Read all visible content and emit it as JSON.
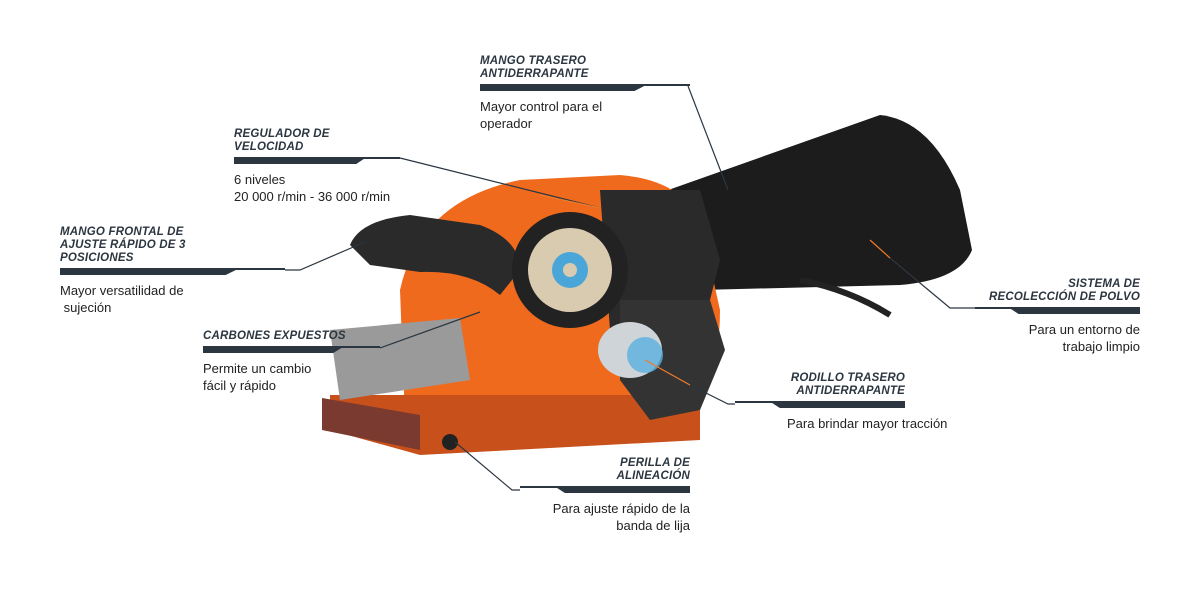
{
  "callouts": [
    {
      "title_1": "Mango trasero",
      "title_2": "antiderrapante",
      "desc_1": "Mayor control para el",
      "desc_2": "operador"
    },
    {
      "title_1": "Regulador de",
      "title_2": "velocidad",
      "desc_1": "6 niveles",
      "desc_2": "20 000 r/min - 36 000 r/min"
    },
    {
      "title_1": "Mango frontal de",
      "title_2": "ajuste rápido de 3",
      "title_3": "posiciones",
      "desc_1": "Mayor versatilidad de",
      "desc_2": " sujeción"
    },
    {
      "title_1": "Carbones expuestos",
      "desc_1": "Permite un cambio",
      "desc_2": "fácil y rápido"
    },
    {
      "title_1": "Sistema de",
      "title_2": "recolección de polvo",
      "desc_1": "Para un entorno de",
      "desc_2": "trabajo limpio"
    },
    {
      "title_1": "Rodillo trasero",
      "title_2": "antiderrapante",
      "desc_1": "Para brindar mayor tracción"
    },
    {
      "title_1": "Perilla de",
      "title_2": "alineación",
      "desc_1": "Para ajuste rápido de la",
      "desc_2": "banda de lija"
    }
  ],
  "colors": {
    "tool_body": "#f06a1e",
    "bag": "#1c1c1c",
    "label_bar": "#2b3640",
    "accent_line": "#f07a2a"
  }
}
